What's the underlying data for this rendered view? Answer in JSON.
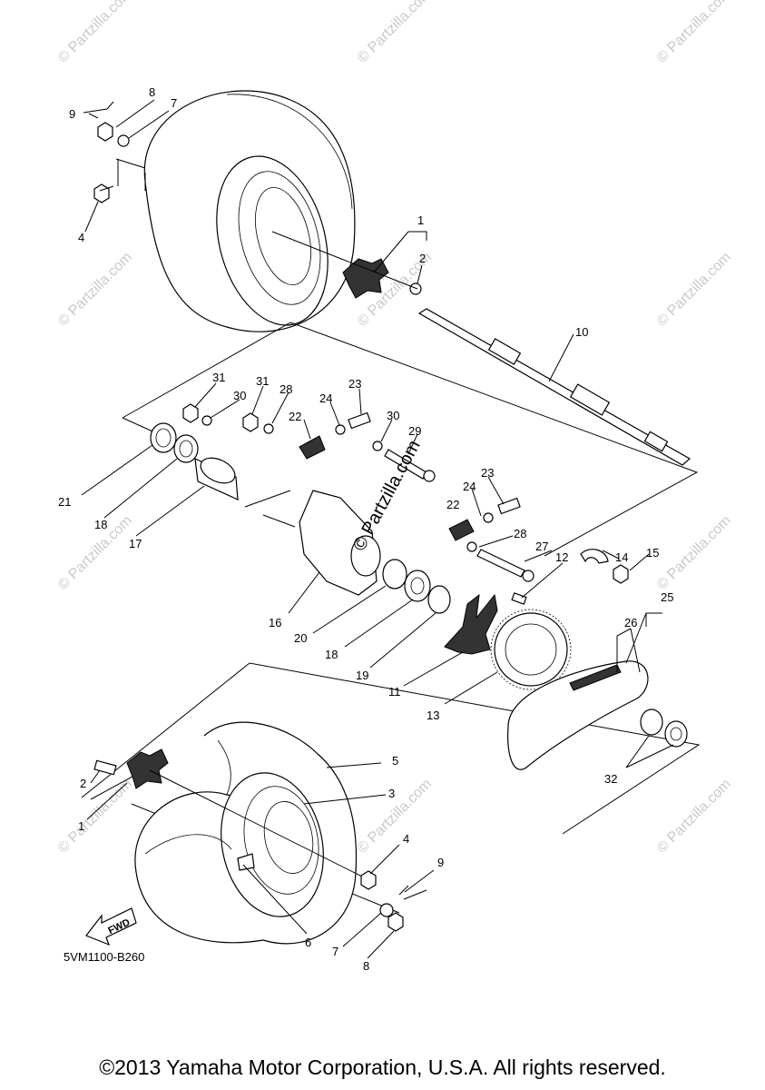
{
  "diagram_code": "5VM1100-B260",
  "copyright": "©2013 Yamaha Motor Corporation, U.S.A. All rights reserved.",
  "watermark": "© Partzilla.com",
  "fwd_label": "FWD",
  "callouts": {
    "c1a": "1",
    "c2a": "2",
    "c4a": "4",
    "c7a": "7",
    "c8a": "8",
    "c9a": "9",
    "c10": "10",
    "c31a": "31",
    "c30a": "30",
    "c31b": "31",
    "c28a": "28",
    "c24a": "24",
    "c23a": "23",
    "c22a": "22",
    "c30b": "30",
    "c29": "29",
    "c21": "21",
    "c18a": "18",
    "c17": "17",
    "c23b": "23",
    "c24b": "24",
    "c22b": "22",
    "c28b": "28",
    "c27": "27",
    "c12": "12",
    "c14": "14",
    "c15": "15",
    "c16": "16",
    "c20": "20",
    "c18b": "18",
    "c19": "19",
    "c11": "11",
    "c13": "13",
    "c25": "25",
    "c26": "26",
    "c32": "32",
    "c5": "5",
    "c3": "3",
    "c2b": "2",
    "c1b": "1",
    "c4b": "4",
    "c9b": "9",
    "c6": "6",
    "c7b": "7",
    "c8b": "8"
  }
}
